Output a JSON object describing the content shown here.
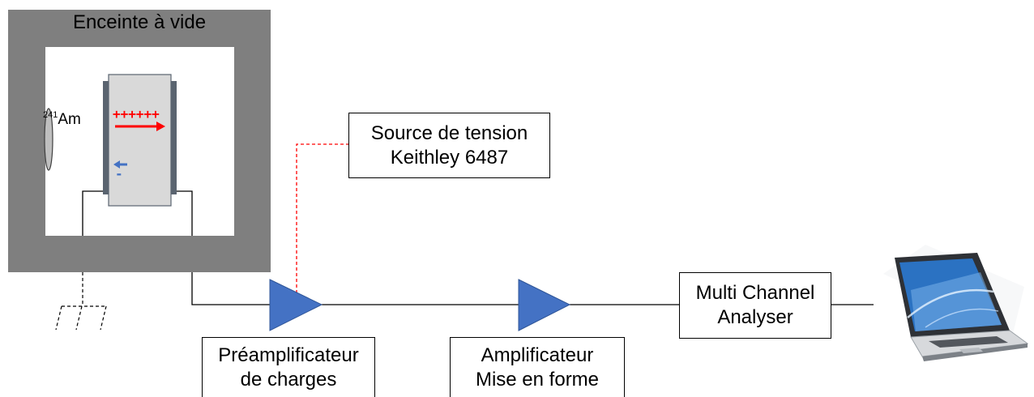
{
  "chamber": {
    "title": "Enceinte à vide"
  },
  "source": {
    "isotope_mass": "241",
    "element": "Am"
  },
  "detector": {
    "positive_charges": "++++++",
    "negative_charges": "-"
  },
  "voltage_source": {
    "line1": "Source de tension",
    "line2": "Keithley 6487"
  },
  "preamp": {
    "line1": "Préamplificateur",
    "line2": "de charges"
  },
  "amplifier": {
    "line1": "Amplificateur",
    "line2": "Mise en forme"
  },
  "mca": {
    "line1": "Multi Channel",
    "line2": "Analyser"
  },
  "colors": {
    "chamber_wall": "#7f7f7f",
    "detector_body": "#d9d9d9",
    "electrode": "#5a6470",
    "amplifier": "#4472c4",
    "positive_charge": "#ff0000",
    "negative_charge": "#4472c4",
    "bias_wire": "#ff0000"
  }
}
